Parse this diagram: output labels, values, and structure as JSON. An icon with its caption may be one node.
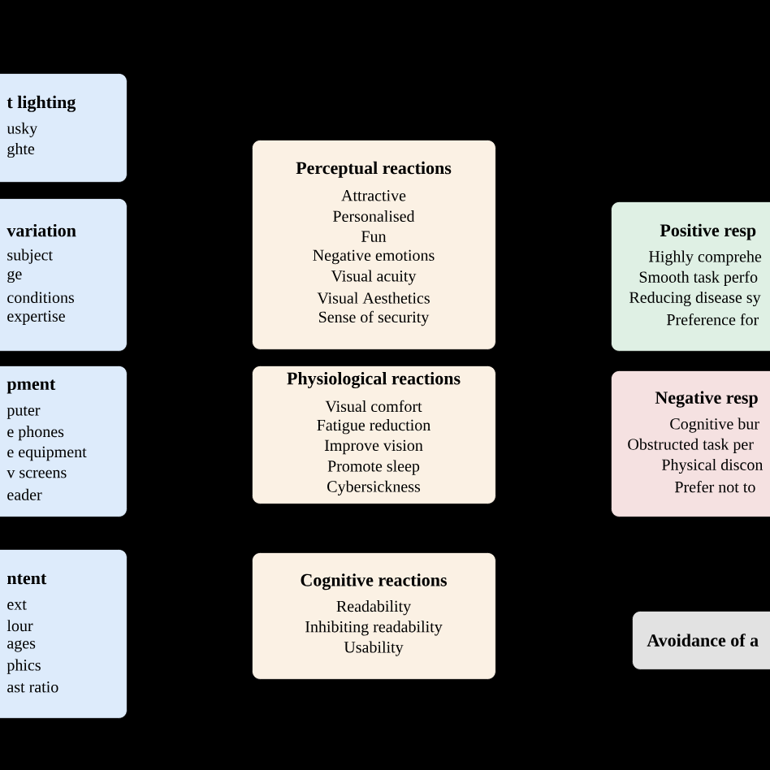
{
  "diagram": {
    "nodes": [
      {
        "text": [
          "t lighting",
          "usky",
          "ghte"
        ]
      },
      {
        "text": [
          "variation",
          "subject",
          "ge",
          "conditions",
          "expertise"
        ]
      },
      {
        "text": [
          "pment",
          "puter",
          "e phones",
          "e equipment",
          "v screens",
          "eader"
        ]
      },
      {
        "text": [
          "ntent",
          "ext",
          "lour",
          "ages",
          "phics",
          "ast ratio"
        ]
      },
      {
        "text": [
          "Perceptual reactions",
          "Attractive",
          "Personalised",
          "Fun",
          "Negative emotions",
          "Visual acuity",
          "Visual Aesthetics",
          "Sense of security"
        ]
      },
      {
        "text": [
          "Physiological reactions",
          "Visual comfort",
          "Fatigue reduction",
          "Improve vision",
          "Promote sleep",
          "Cybersickness"
        ]
      },
      {
        "text": [
          "Cognitive reactions",
          "Readability",
          "Inhibiting readability",
          "Usability"
        ]
      },
      {
        "text": [
          "Positive resp",
          "Highly comprehe",
          "Smooth task perfo",
          "Reducing disease sy",
          "Preference for"
        ]
      },
      {
        "text": [
          "Negative resp",
          "Cognitive bur",
          "Obstructed task per",
          "Physical discon",
          "Prefer not to"
        ]
      },
      {
        "text": [
          "Avoidance of a"
        ]
      }
    ]
  }
}
